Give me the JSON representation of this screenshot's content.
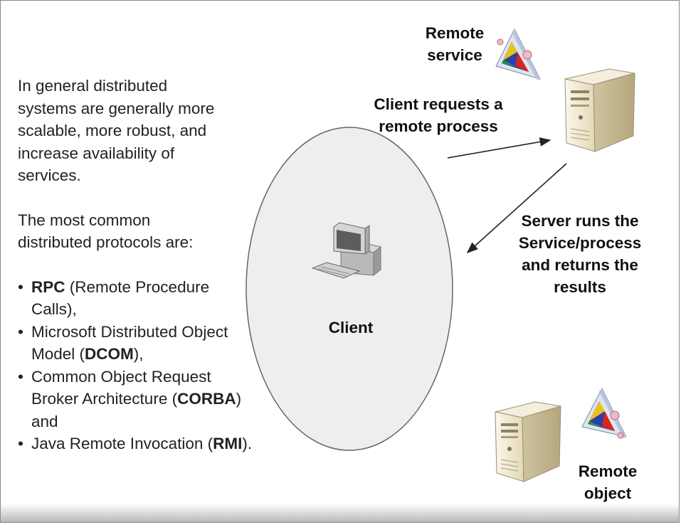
{
  "intro": {
    "line1": "In general distributed",
    "line2": "systems are generally more",
    "line3": "scalable, more robust, and",
    "line4": "increase availability of",
    "line5": "services."
  },
  "protocols_intro": {
    "line1": "The most common",
    "line2": "distributed protocols are:"
  },
  "protocols": [
    {
      "pre": "",
      "bold": "RPC",
      "post": " (Remote Procedure Calls),"
    },
    {
      "pre": "Microsoft Distributed Object Model (",
      "bold": "DCOM",
      "post": "),"
    },
    {
      "pre": "Common Object Request Broker Architecture (",
      "bold": "CORBA",
      "post": ") and"
    },
    {
      "pre": "Java Remote Invocation (",
      "bold": "RMI",
      "post": ")."
    }
  ],
  "labels": {
    "remote_service_1": "Remote",
    "remote_service_2": "service",
    "client_requests_1": "Client requests a",
    "client_requests_2": "remote process",
    "server_runs_1": "Server runs the",
    "server_runs_2": "Service/process",
    "server_runs_3": "and returns the",
    "server_runs_4": "results",
    "client": "Client",
    "remote_object_1": "Remote",
    "remote_object_2": "object"
  },
  "colors": {
    "ellipse_fill": "#eeeeec",
    "server_body": "#f2ecd8",
    "server_shade": "#c9bd9c",
    "arrow": "#222222"
  },
  "icons": [
    "server-icon",
    "client-computer-icon",
    "remote-service-prism-icon",
    "remote-object-prism-icon"
  ]
}
